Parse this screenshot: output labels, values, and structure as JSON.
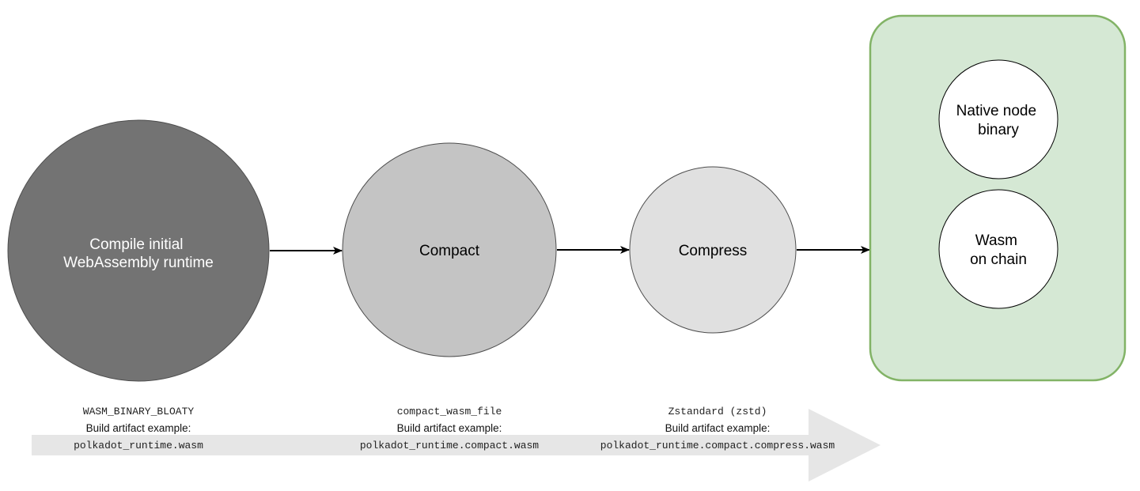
{
  "colors": {
    "stage_compile": "#737373",
    "stage_compact": "#c4c4c4",
    "stage_compress": "#e0e0e0",
    "target_fill": "#d5e8d4",
    "target_stroke": "#82b366",
    "banner_arrow": "#e6e6e6",
    "connector": "#000000"
  },
  "stages": [
    {
      "label_lines": [
        "Compile initial",
        "WebAssembly runtime"
      ],
      "code_name": "WASM_BINARY_BLOATY",
      "caption": "Build artifact example:",
      "artifact": "polkadot_runtime.wasm"
    },
    {
      "label_lines": [
        "Compact"
      ],
      "code_name": "compact_wasm_file",
      "caption": "Build artifact example:",
      "artifact": "polkadot_runtime.compact.wasm"
    },
    {
      "label_lines": [
        "Compress"
      ],
      "code_name": "Zstandard (zstd)",
      "caption": "Build artifact example:",
      "artifact": "polkadot_runtime.compact.compress.wasm"
    }
  ],
  "targets": [
    {
      "label_lines": [
        "Native node",
        "binary"
      ]
    },
    {
      "label_lines": [
        "Wasm",
        "on chain"
      ]
    }
  ]
}
